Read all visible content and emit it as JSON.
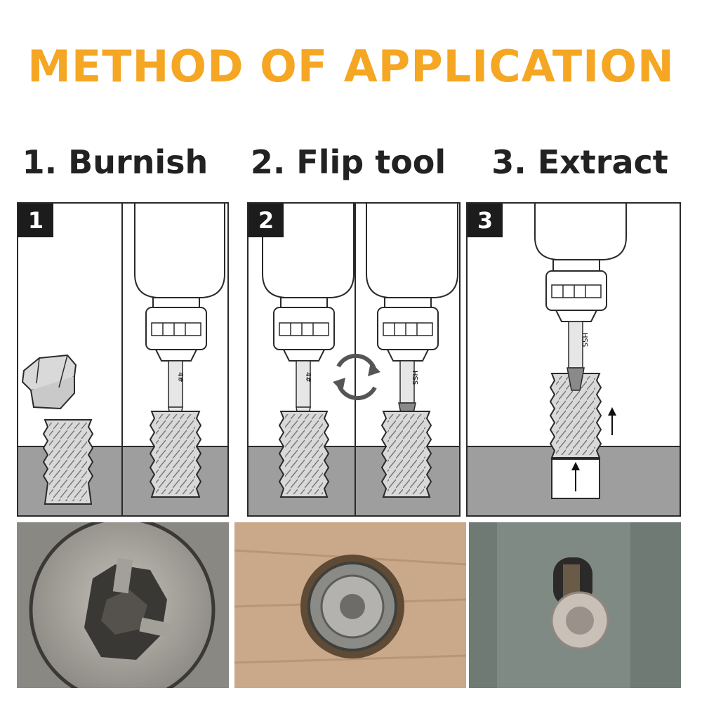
{
  "title": "METHOD OF APPLICATION",
  "steps": [
    {
      "label": "1. Burnish",
      "badge": "1"
    },
    {
      "label": "2. Flip tool",
      "badge": "2"
    },
    {
      "label": "3. Extract",
      "badge": "3"
    }
  ],
  "bit_marks": {
    "drill_bit": "4#",
    "extractor_bit": "HSS"
  },
  "colors": {
    "title": "#f5a623",
    "ground": "#9e9e9e",
    "screw": "#d9d9d9",
    "outline": "#2a2a2a",
    "rotate_arrows": "#555555"
  },
  "icons": {
    "rotate": "rotate-arrows-icon",
    "up": "up-arrow-icon"
  }
}
